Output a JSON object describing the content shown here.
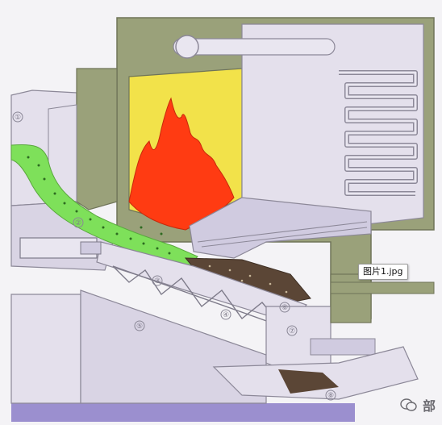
{
  "tooltip": {
    "text": "图片1.jpg"
  },
  "watermark": {
    "text": "部"
  },
  "labels": [
    "①",
    "②",
    "③",
    "④",
    "⑤",
    "⑥",
    "⑦",
    "⑧"
  ],
  "colors": {
    "casing": "#9aa17a",
    "casing_dark": "#6f7458",
    "wall": "#e4e0ec",
    "wall_shade": "#cdc8d8",
    "furnace_yellow": "#f2e24a",
    "flame": "#ff3b12",
    "fuel_green": "#7ee05a",
    "ash_brown": "#5b4636",
    "base_purple": "#9b8fcf"
  }
}
